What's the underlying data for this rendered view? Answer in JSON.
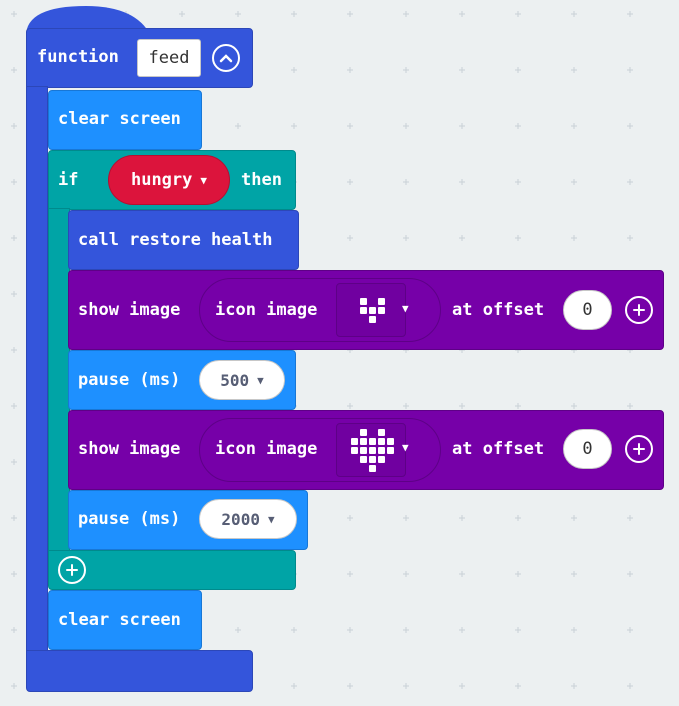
{
  "function_block": {
    "keyword": "function",
    "name": "feed"
  },
  "statements": {
    "clear_screen_1": "clear screen",
    "if_keyword": "if",
    "condition": "hungry",
    "then_keyword": "then",
    "call_restore": "call restore health",
    "show_image_1": {
      "label": "show image",
      "icon_label": "icon image",
      "offset_label": "at offset",
      "offset_value": "0",
      "led_pattern": [
        [
          0,
          0,
          0,
          0,
          0
        ],
        [
          0,
          1,
          0,
          1,
          0
        ],
        [
          0,
          1,
          1,
          1,
          0
        ],
        [
          0,
          0,
          1,
          0,
          0
        ],
        [
          0,
          0,
          0,
          0,
          0
        ]
      ]
    },
    "pause_1": {
      "label": "pause (ms)",
      "value": "500"
    },
    "show_image_2": {
      "label": "show image",
      "icon_label": "icon image",
      "offset_label": "at offset",
      "offset_value": "0",
      "led_pattern": [
        [
          0,
          1,
          0,
          1,
          0
        ],
        [
          1,
          1,
          1,
          1,
          1
        ],
        [
          1,
          1,
          1,
          1,
          1
        ],
        [
          0,
          1,
          1,
          1,
          0
        ],
        [
          0,
          0,
          1,
          0,
          0
        ]
      ]
    },
    "pause_2": {
      "label": "pause (ms)",
      "value": "2000"
    },
    "clear_screen_2": "clear screen"
  },
  "icons": {
    "collapse": "chevron-up-icon",
    "add": "plus-circle-icon",
    "dropdown": "triangle-down-icon"
  },
  "colors": {
    "workspace": "#ecf0f1",
    "functions": "#3455db",
    "basic": "#1e90ff",
    "logic": "#00a4a6",
    "images": "#7600a8",
    "variable": "#dc143c"
  }
}
